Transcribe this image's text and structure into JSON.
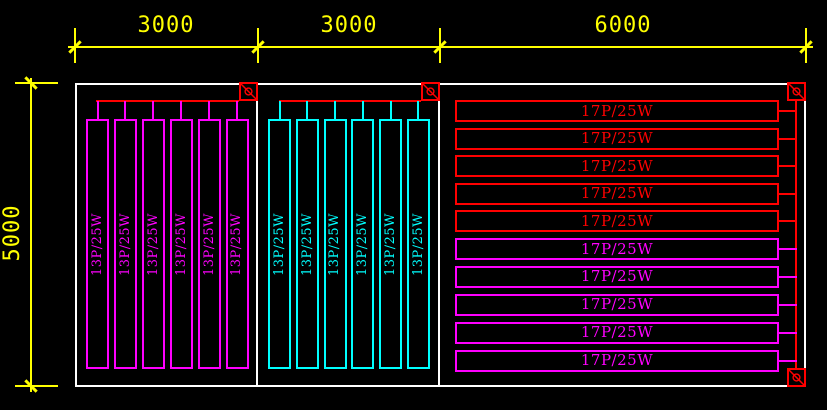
{
  "colors": {
    "background": "#000000",
    "outline_white": "#FFFFFF",
    "dimension_yellow": "#FFFF00",
    "circuit_red": "#FF0000",
    "lamp_magenta": "#FF00FF",
    "lamp_cyan": "#00FFFF"
  },
  "dimensions": {
    "top": [
      {
        "label": "3000"
      },
      {
        "label": "3000"
      },
      {
        "label": "6000"
      }
    ],
    "left": {
      "label": "5000"
    }
  },
  "rooms": [
    {
      "name": "room-left",
      "orientation": "vertical",
      "lamp_label": "13P/25W",
      "lamp_count": 6,
      "lamp_color_key": "lamp_magenta"
    },
    {
      "name": "room-middle",
      "orientation": "vertical",
      "lamp_label": "13P/25W",
      "lamp_count": 6,
      "lamp_color_key": "lamp_cyan"
    },
    {
      "name": "room-right",
      "orientation": "horizontal",
      "groups": [
        {
          "lamp_label": "17P/25W",
          "lamp_count": 5,
          "lamp_color_key": "circuit_red"
        },
        {
          "lamp_label": "17P/25W",
          "lamp_count": 5,
          "lamp_color_key": "lamp_magenta"
        }
      ]
    }
  ],
  "icons": {
    "distribution_box": "square-with-diagonal-and-circle"
  }
}
